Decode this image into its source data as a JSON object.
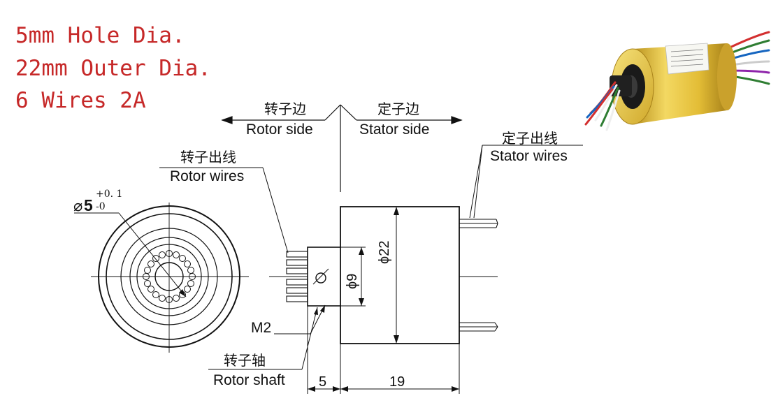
{
  "specs": {
    "hole_dia": "5mm Hole Dia.",
    "outer_dia": "22mm Outer Dia.",
    "wires": "6 Wires 2A"
  },
  "labels": {
    "rotor_side_zh": "转子边",
    "rotor_side_en": "Rotor side",
    "stator_side_zh": "定子边",
    "stator_side_en": "Stator side",
    "stator_wires_zh": "定子出线",
    "stator_wires_en": "Stator wires",
    "rotor_wires_zh": "转子出线",
    "rotor_wires_en": "Rotor wires",
    "rotor_shaft_zh": "转子轴",
    "rotor_shaft_en": "Rotor shaft",
    "m2": "M2"
  },
  "dimensions": {
    "hole_symbol": "⌀",
    "hole_value": "5",
    "hole_tol_upper": "+0. 1",
    "hole_tol_lower": "-0",
    "outer_dia": "ϕ22",
    "shaft_dia": "ϕ9",
    "shaft_length": "5",
    "body_length": "19"
  },
  "colors": {
    "ink": "#111111",
    "spec_text": "#c62828",
    "body_gold": "#e6c13a",
    "wire_colors": [
      "#d32f2f",
      "#ffffff",
      "#2e7d32",
      "#1565c0",
      "#ffffff",
      "#d32f2f"
    ]
  }
}
